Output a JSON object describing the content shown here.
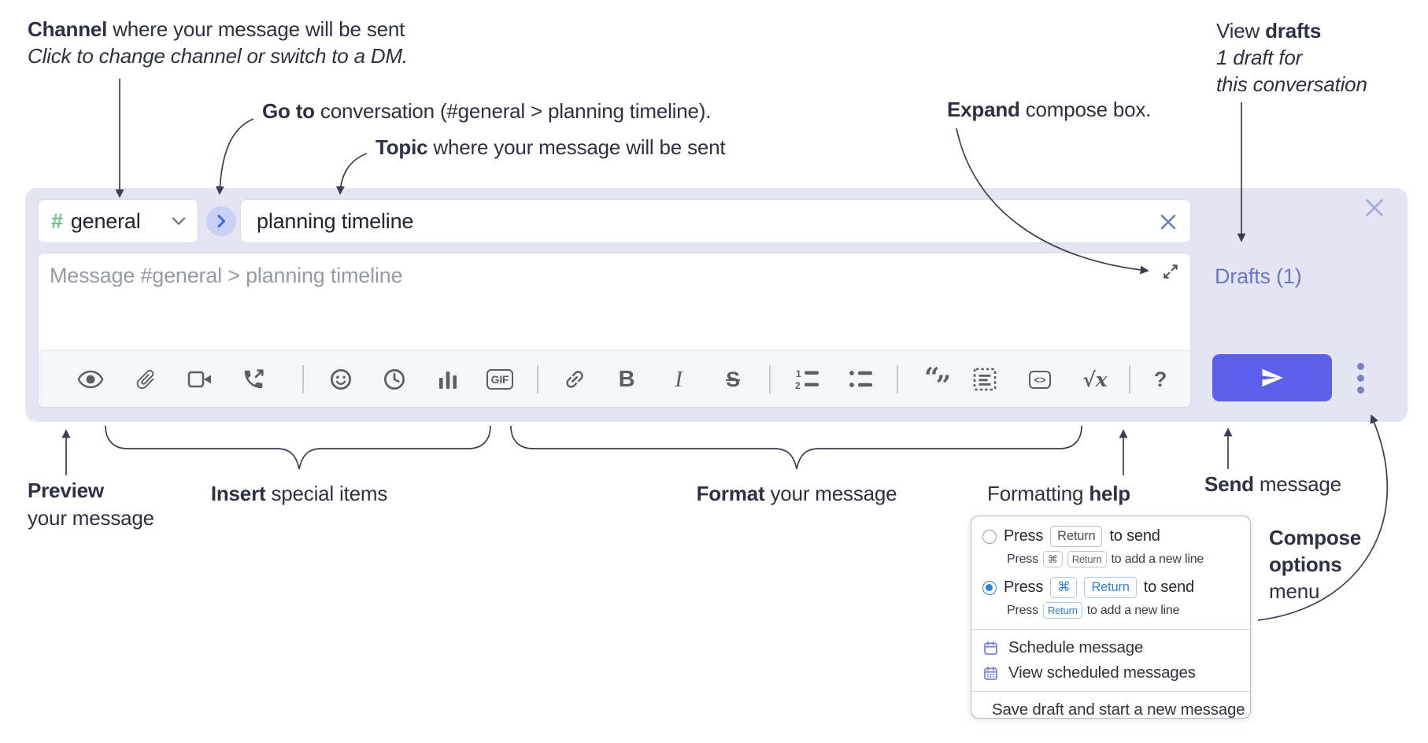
{
  "colors": {
    "accent_send": "#5b5fe9",
    "panel": "#e3e5f3",
    "hash_green": "#67c586",
    "goto_blue": "#3f66e6",
    "link_purple": "#6b77c4",
    "kbd_blue": "#2f80d9",
    "icon_gray": "#5b5e68",
    "menu_icon_purple": "#7b80dd"
  },
  "annotations": {
    "channel": {
      "bold": "Channel",
      "rest": " where your message will be sent",
      "sub": "Click to change channel or switch to a DM."
    },
    "goto": {
      "bold": "Go to",
      "rest": " conversation (#general > planning timeline)."
    },
    "topic": {
      "bold": "Topic",
      "rest": " where your message will be sent"
    },
    "expand": {
      "bold": "Expand",
      "rest": " compose box."
    },
    "drafts": {
      "pre": "View ",
      "bold": "drafts",
      "line2": "1 draft for",
      "line3": "this conversation"
    },
    "preview": {
      "bold": "Preview",
      "line2": "your message"
    },
    "insert": {
      "bold": "Insert",
      "rest": " special items"
    },
    "format": {
      "bold": "Format",
      "rest": " your message"
    },
    "formatting_help": {
      "pre": "Formatting ",
      "bold": "help"
    },
    "send": {
      "bold": "Send",
      "rest": " message"
    },
    "compose_options": {
      "line1": "Compose",
      "line2": "options",
      "line3": "menu"
    }
  },
  "compose": {
    "channel": {
      "hash": "#",
      "name": "general"
    },
    "topic_value": "planning timeline",
    "message_placeholder": "Message #general > planning timeline",
    "drafts_link": "Drafts (1)",
    "toolbar_icon_names": [
      "preview-icon",
      "attach-file-icon",
      "video-call-icon",
      "voice-call-icon",
      "emoji-icon",
      "time-icon",
      "poll-icon",
      "gif-icon",
      "link-icon",
      "bold-icon",
      "italic-icon",
      "strikethrough-icon",
      "numbered-list-icon",
      "bulleted-list-icon",
      "quote-icon",
      "spoiler-icon",
      "code-icon",
      "math-icon",
      "help-icon"
    ],
    "toolbar_text": {
      "gif": "GIF",
      "bold": "B",
      "italic": "I",
      "strike": "S",
      "code": "<>",
      "math": "√x",
      "help": "?",
      "ol1": "1",
      "ol2": "2",
      "quote_open": "“",
      "quote_close": "”"
    }
  },
  "popup": {
    "option1": {
      "press": "Press",
      "kbd": "Return",
      "suffix": "to send",
      "sub_press": "Press",
      "sub_kbd1": "⌘",
      "sub_kbd2": "Return",
      "sub_suffix": "to add a new line"
    },
    "option2": {
      "press": "Press",
      "kbd1": "⌘",
      "kbd2": "Return",
      "suffix": "to send",
      "sub_press": "Press",
      "sub_kbd": "Return",
      "sub_suffix": "to add a new line"
    },
    "items": [
      "Schedule message",
      "View scheduled messages",
      "Save draft and start a new message"
    ]
  }
}
